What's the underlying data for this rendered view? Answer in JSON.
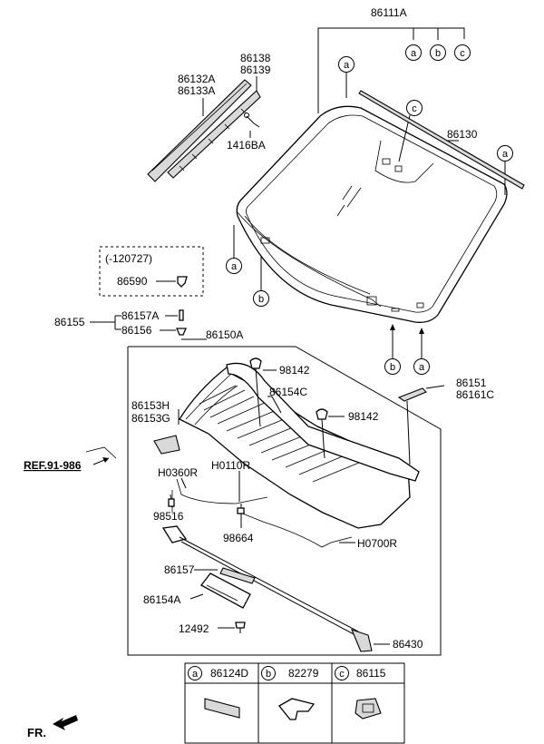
{
  "labels": {
    "windshield_glass": "86111A",
    "molding_left_1": "86132A",
    "molding_left_2": "86133A",
    "molding_clip_1": "86138",
    "molding_clip_2": "86139",
    "screw": "1416BA",
    "top_molding": "86130",
    "date_range": "(-120727)",
    "clip_dated": "86590",
    "clip_group": "86155",
    "clip_a": "86157A",
    "clip_b": "86156",
    "cowl_panel": "86150A",
    "bracket_1": "86151",
    "bracket_2": "86161C",
    "grommet_left": "98142",
    "grommet_right": "98142",
    "cowl_cover": "86154C",
    "side_cover_1": "86153H",
    "side_cover_2": "86153G",
    "hose_left": "H0360R",
    "hose_mid": "H0110R",
    "nozzle": "98516",
    "connector": "98664",
    "hose_right": "H0700R",
    "seal_strip": "86157",
    "cover_small": "86154A",
    "screw_bottom": "12492",
    "weatherstrip": "86430",
    "ref": "REF.91-986",
    "fr": "FR."
  },
  "callouts": {
    "a": "a",
    "b": "b",
    "c": "c"
  },
  "legend": [
    {
      "letter": "a",
      "part": "86124D"
    },
    {
      "letter": "b",
      "part": "82279"
    },
    {
      "letter": "c",
      "part": "86115"
    }
  ]
}
